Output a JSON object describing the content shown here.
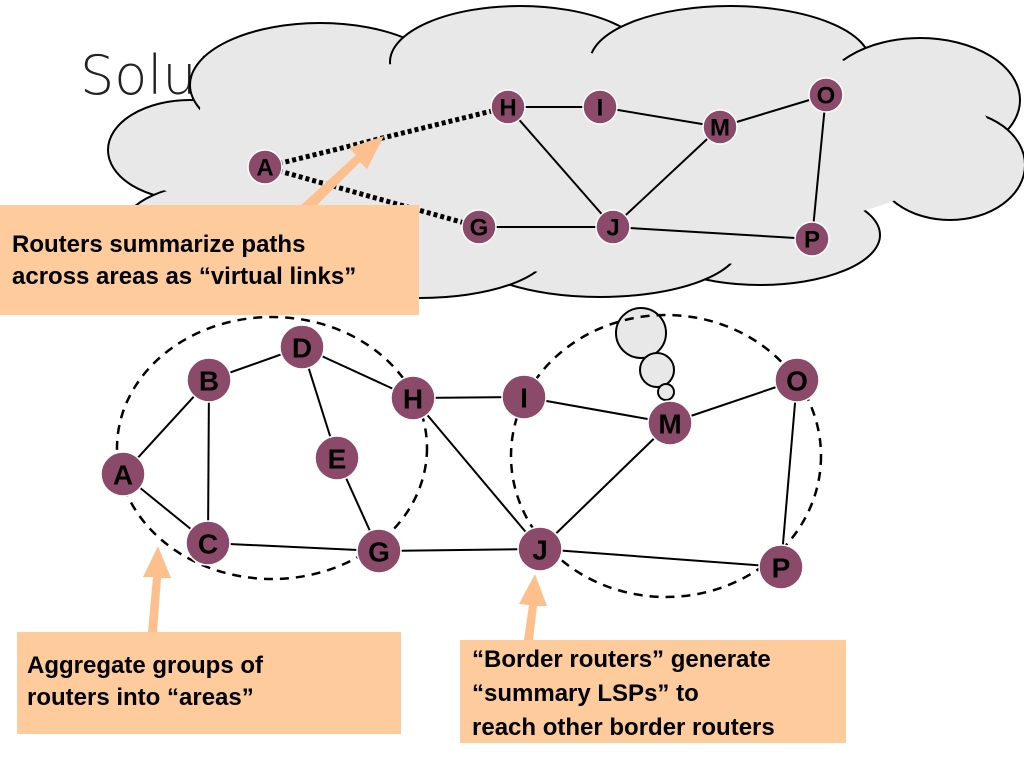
{
  "slide": {
    "title": "Solution: Hierarchical routing"
  },
  "callouts": {
    "virtual_links": "Routers summarize paths\nacross areas as “virtual links”",
    "areas": "Aggregate groups of\nrouters into “areas”",
    "border_routers": "“Border routers” generate\n“summary LSPs” to\nreach other border routers"
  },
  "colors": {
    "router_fill": "#8c4a6b",
    "callout_fill": "#fdcb9c",
    "arrow": "#fdc08c",
    "cloud_fill": "#e8e8e8"
  },
  "network": {
    "routers": [
      "A",
      "B",
      "C",
      "D",
      "E",
      "G",
      "H",
      "I",
      "J",
      "M",
      "O",
      "P"
    ],
    "links": [
      [
        "A",
        "B"
      ],
      [
        "A",
        "C"
      ],
      [
        "B",
        "C"
      ],
      [
        "B",
        "D"
      ],
      [
        "D",
        "E"
      ],
      [
        "D",
        "H"
      ],
      [
        "E",
        "G"
      ],
      [
        "C",
        "G"
      ],
      [
        "G",
        "J"
      ],
      [
        "H",
        "I"
      ],
      [
        "H",
        "J"
      ],
      [
        "I",
        "M"
      ],
      [
        "M",
        "J"
      ],
      [
        "M",
        "O"
      ],
      [
        "O",
        "P"
      ],
      [
        "J",
        "P"
      ]
    ],
    "areas": [
      {
        "routers": [
          "A",
          "B",
          "C",
          "D",
          "E",
          "G",
          "H"
        ]
      },
      {
        "routers": [
          "M",
          "O",
          "P",
          "J"
        ]
      }
    ]
  },
  "summary_graph": {
    "routers": [
      "A",
      "H",
      "I",
      "O",
      "M",
      "G",
      "J",
      "P"
    ],
    "links": [
      [
        "H",
        "I"
      ],
      [
        "I",
        "M"
      ],
      [
        "M",
        "O"
      ],
      [
        "H",
        "J"
      ],
      [
        "M",
        "J"
      ],
      [
        "G",
        "J"
      ],
      [
        "J",
        "P"
      ],
      [
        "O",
        "P"
      ]
    ],
    "virtual_links": [
      [
        "A",
        "H"
      ],
      [
        "A",
        "G"
      ]
    ]
  }
}
